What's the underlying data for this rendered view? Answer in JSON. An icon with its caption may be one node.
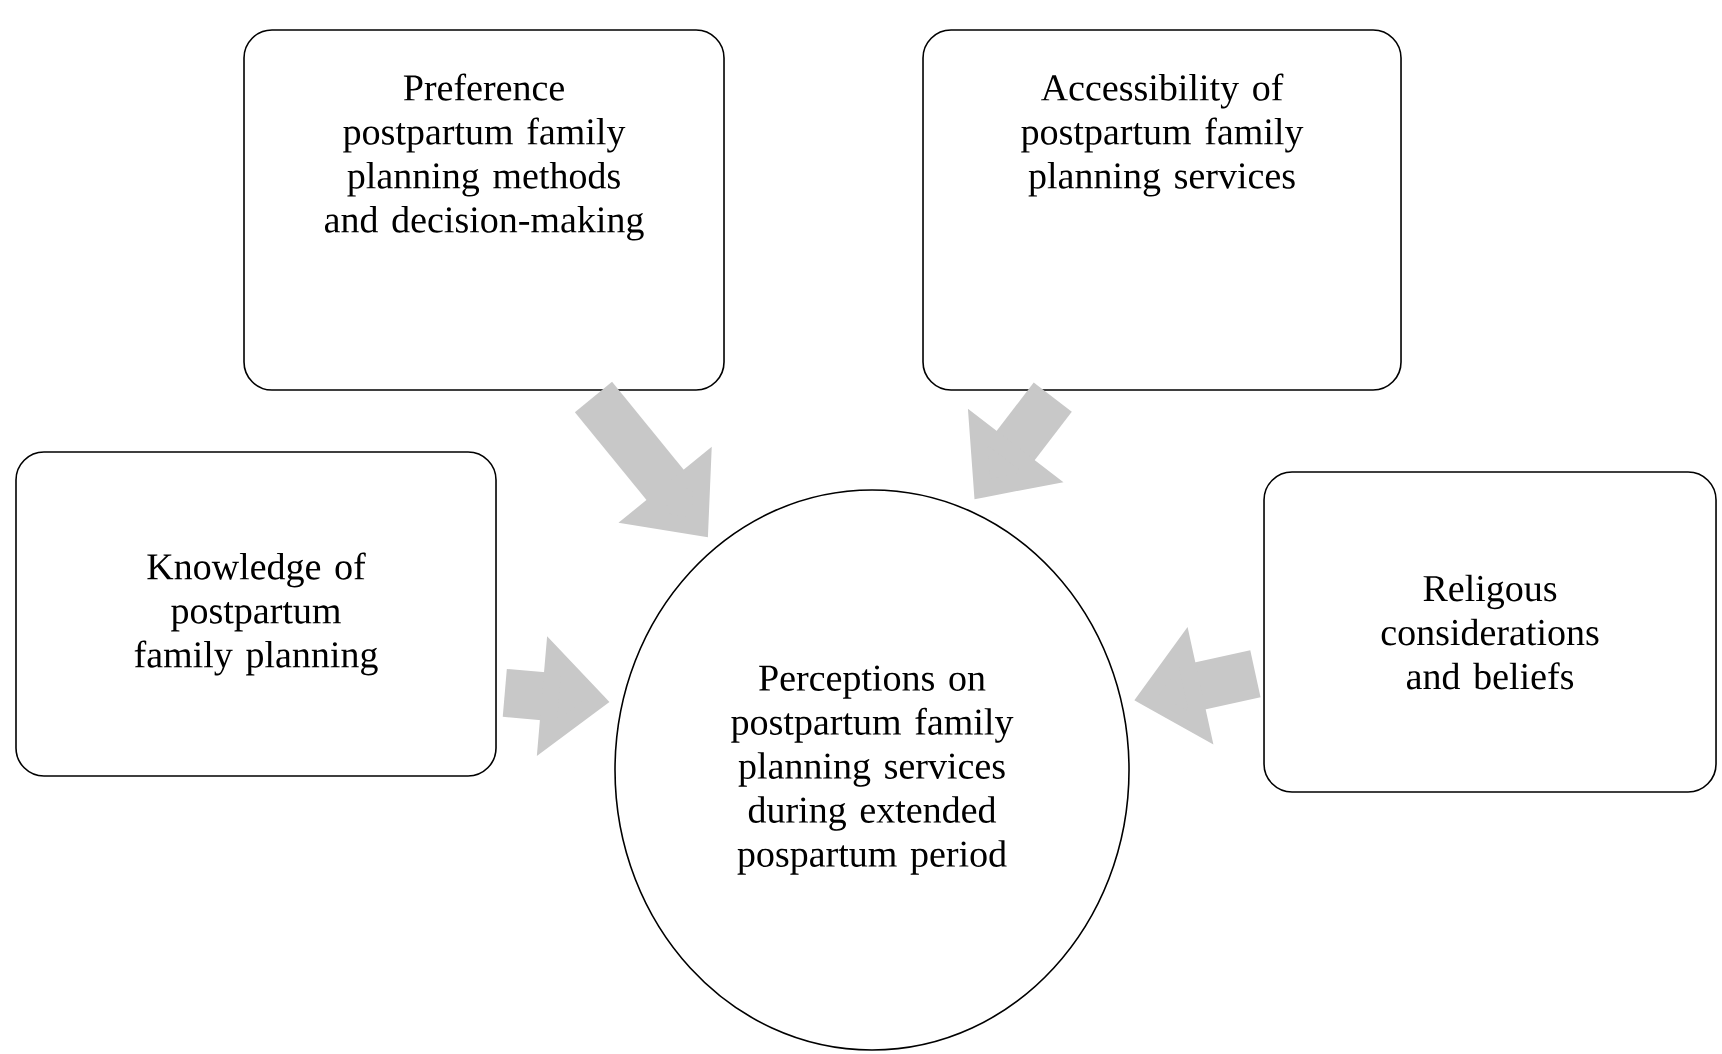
{
  "diagram": {
    "nodes": [
      {
        "text": [
          "Knowledge of postpartum family planning"
        ]
      },
      {
        "text": [
          "Preference postpartum family planning methods and decision-making"
        ]
      },
      {
        "text": [
          "Accessibility of postpartum family planning services"
        ]
      },
      {
        "text": [
          "Religous considerations and beliefs"
        ]
      },
      {
        "text": [
          "Perceptions on postpartum family planning services during extended pospartum period"
        ]
      }
    ],
    "edges": [
      {
        "from": 0,
        "to": 4,
        "arrow": "to"
      },
      {
        "from": 1,
        "to": 4,
        "arrow": "to"
      },
      {
        "from": 2,
        "to": 4,
        "arrow": "to"
      },
      {
        "from": 3,
        "to": 4,
        "arrow": "to"
      }
    ]
  }
}
